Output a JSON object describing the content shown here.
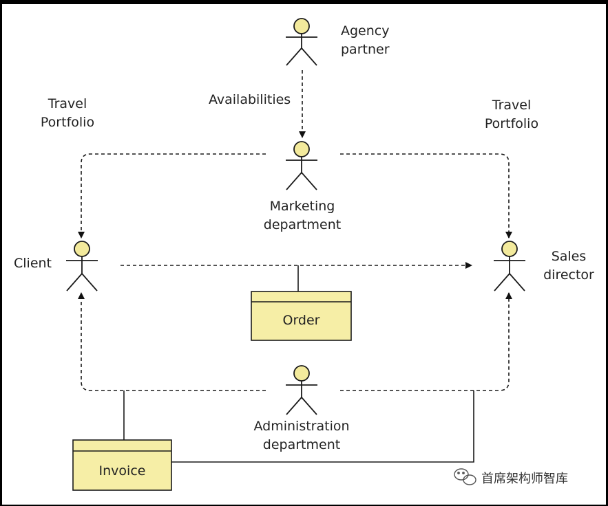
{
  "actors": {
    "agency_partner": {
      "line1": "Agency",
      "line2": "partner"
    },
    "marketing": {
      "line1": "Marketing",
      "line2": "department"
    },
    "client": {
      "label": "Client"
    },
    "sales": {
      "line1": "Sales",
      "line2": "director"
    },
    "administration": {
      "line1": "Administration",
      "line2": "department"
    }
  },
  "flows": {
    "availabilities": "Availabilities",
    "travel_portfolio_left": {
      "line1": "Travel",
      "line2": "Portfolio"
    },
    "travel_portfolio_right": {
      "line1": "Travel",
      "line2": "Portfolio"
    }
  },
  "objects": {
    "order": "Order",
    "invoice": "Invoice"
  },
  "watermark": {
    "text": "首席架构师智库"
  },
  "colors": {
    "actor_head": "#f3ea9c",
    "object_fill": "#f6eea6",
    "line": "#1a1a1a"
  },
  "icons": {
    "watermark": "wechat-icon"
  }
}
